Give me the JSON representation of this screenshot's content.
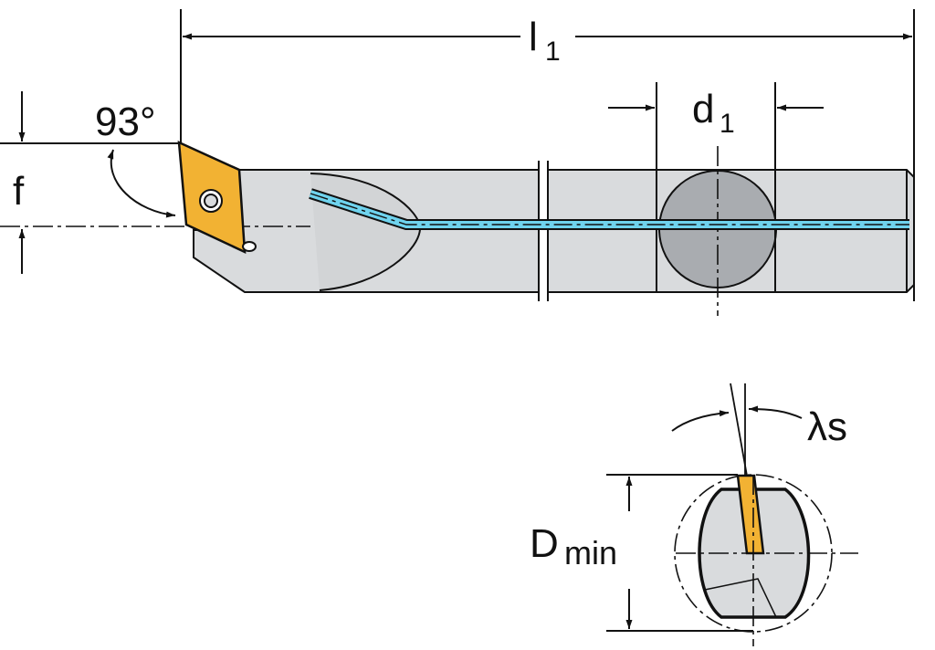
{
  "labels": {
    "length": "l",
    "length_sub": "1",
    "diameter": "d",
    "diameter_sub": "1",
    "angle": "93°",
    "offset": "f",
    "inclination": "λs",
    "min_bore": "D",
    "min_bore_sub": "min"
  },
  "colors": {
    "body": "#d9dbdd",
    "section": "#a9acb0",
    "insert": "#f2b233",
    "coolant": "#6fd3ee",
    "line": "#111111"
  }
}
